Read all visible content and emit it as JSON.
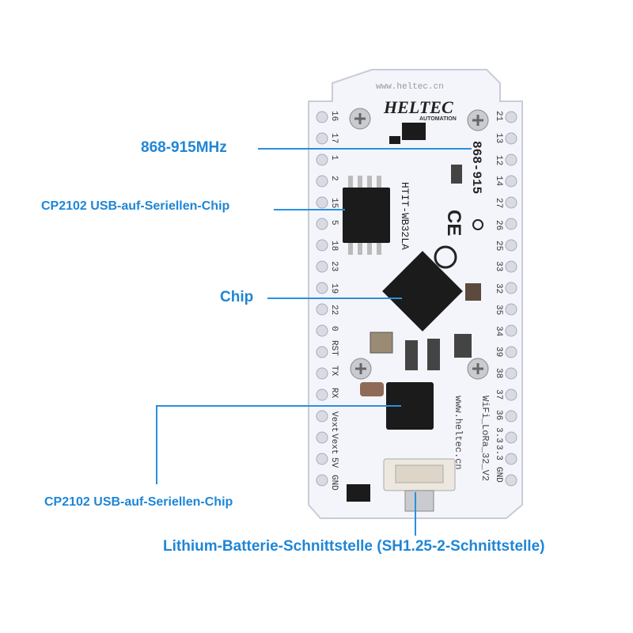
{
  "callouts": {
    "frequency": "868-915MHz",
    "usb_chip_top": "CP2102 USB-auf-Seriellen-Chip",
    "chip": "Chip",
    "usb_chip_bottom": "CP2102 USB-auf-Seriellen-Chip",
    "battery": "Lithium-Batterie-Schnittstelle (SH1.25-2-Schnittstelle)"
  },
  "board": {
    "brand": "HELTEC",
    "brand_sub": "AUTOMATION",
    "url_top": "www.heltec.cn",
    "url_side": "www.heltec.cn",
    "model": "HTIT-WB32LA",
    "freq_print": "868-915",
    "product_print": "WiFi_LoRa_32_V2",
    "ce_mark": "CE",
    "pins_left": [
      "16",
      "17",
      "1",
      "2",
      "15",
      "5",
      "18",
      "23",
      "19",
      "22",
      "0",
      "RST",
      "TX",
      "RX",
      "Vext",
      "Vext",
      "5V",
      "GND"
    ],
    "pins_right": [
      "21",
      "13",
      "12",
      "14",
      "27",
      "26",
      "25",
      "33",
      "32",
      "35",
      "34",
      "39",
      "38",
      "37",
      "36",
      "3.3",
      "3.3",
      "GND"
    ]
  },
  "colors": {
    "callout_text": "#1f86d6",
    "leader_line": "#2c8fdc",
    "pcb": "#f4f5fb",
    "chip": "#1b1b1b"
  }
}
